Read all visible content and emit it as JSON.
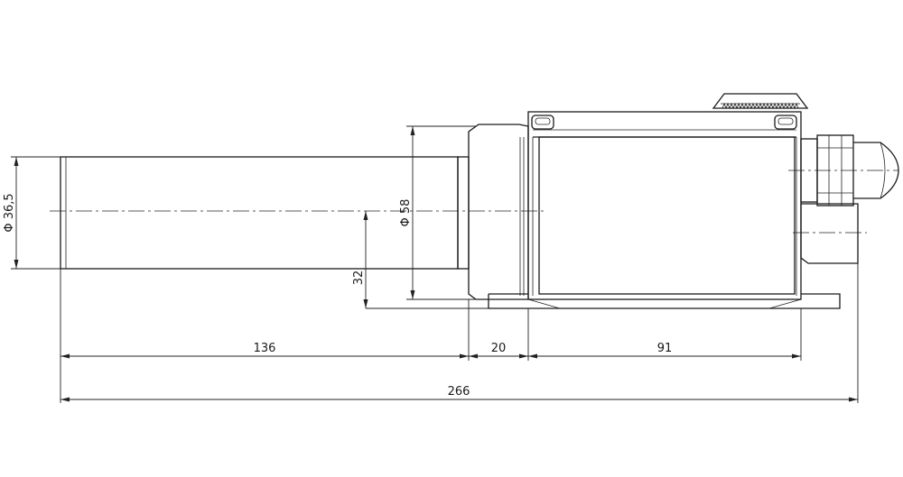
{
  "dimensions": {
    "d_tube": "Φ 36,5",
    "d_flange": "Φ 58",
    "height_32": "32",
    "len_136": "136",
    "len_20": "20",
    "len_91": "91",
    "total_266": "266"
  }
}
